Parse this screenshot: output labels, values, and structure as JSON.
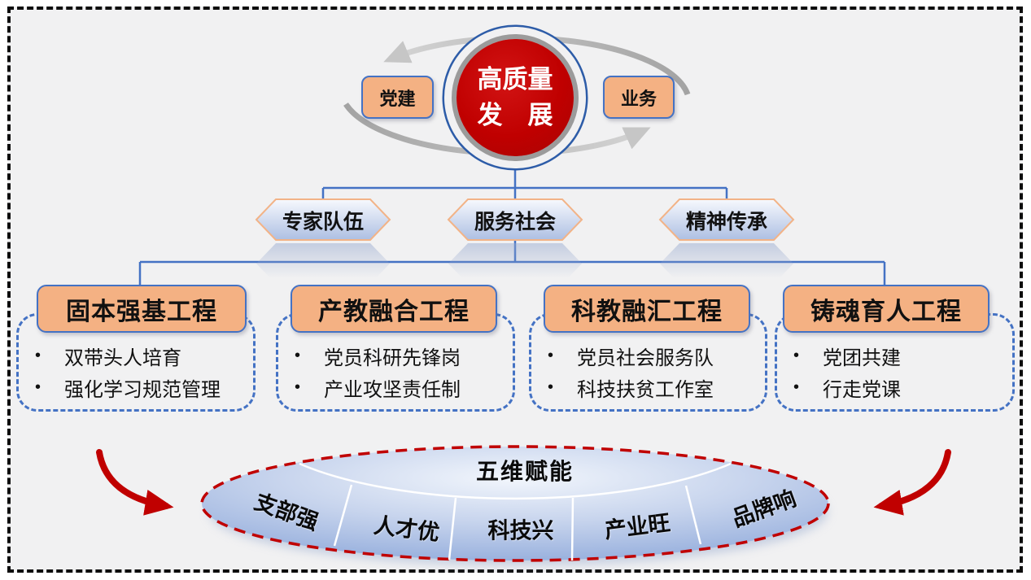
{
  "ui": {
    "bullet": "•"
  },
  "core": {
    "line1": "高质量",
    "line2": "发　展",
    "left_label": "党建",
    "right_label": "业务"
  },
  "hexagons": [
    {
      "label": "专家队伍"
    },
    {
      "label": "服务社会"
    },
    {
      "label": "精神传承"
    }
  ],
  "programs": [
    {
      "title": "固本强基工程",
      "items": [
        "双带头人培育",
        "强化学习规范管理"
      ]
    },
    {
      "title": "产教融合工程",
      "items": [
        "党员科研先锋岗",
        "产业攻坚责任制"
      ]
    },
    {
      "title": "科教融汇工程",
      "items": [
        "党员社会服务队",
        "科技扶贫工作室"
      ]
    },
    {
      "title": "铸魂育人工程",
      "items": [
        "党团共建",
        "行走党课"
      ]
    }
  ],
  "empower": {
    "title": "五维赋能",
    "segments": [
      "支部强",
      "人才优",
      "科技兴",
      "产业旺",
      "品牌响"
    ]
  },
  "colors": {
    "accent_red": "#C00000",
    "accent_orange": "#F4B183",
    "accent_blue": "#4472C4",
    "arrow_gray": "#ABABAB",
    "background": "#F1F1F2"
  }
}
